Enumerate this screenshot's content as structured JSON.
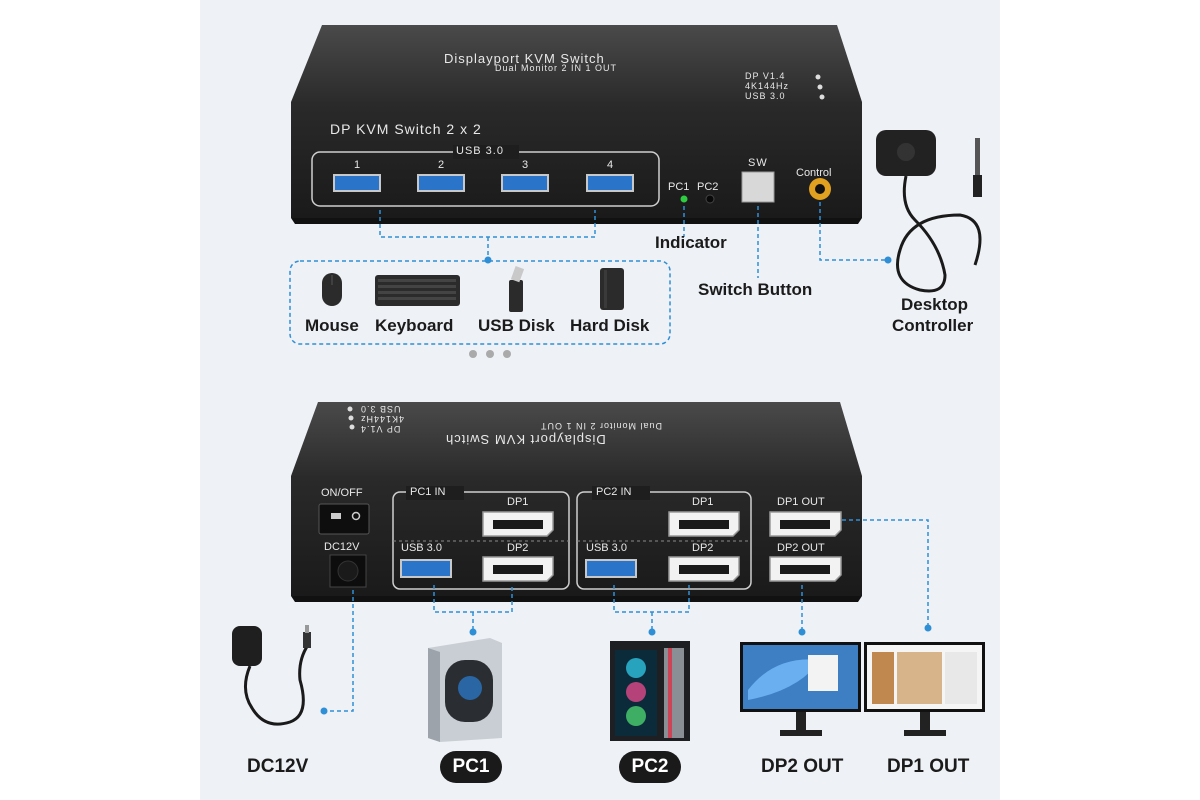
{
  "top_panel": {
    "brand": "Displayport KVM Switch",
    "subtitle": "Dual Monitor 2 IN 1 OUT",
    "specs": [
      "DP V1.4",
      "4K144Hz",
      "USB 3.0"
    ],
    "model": "DP KVM Switch 2 x 2",
    "usb_group": "USB 3.0",
    "ports": [
      "1",
      "2",
      "3",
      "4"
    ],
    "pc1": "PC1",
    "pc2": "PC2",
    "sw": "SW",
    "control": "Control"
  },
  "callouts": {
    "indicator": "Indicator",
    "switch_button": "Switch Button",
    "desktop_controller_1": "Desktop",
    "desktop_controller_2": "Controller"
  },
  "devices": [
    "Mouse",
    "Keyboard",
    "USB Disk",
    "Hard Disk"
  ],
  "rear_panel": {
    "brand": "Displayport KVM Switch",
    "subtitle": "Dual Monitor 2 IN 1 OUT",
    "specs": [
      "DP V1.4",
      "4K144Hz",
      "USB 3.0"
    ],
    "on_off": "ON/OFF",
    "dc12v": "DC12V",
    "pc1_in": "PC1 IN",
    "pc2_in": "PC2 IN",
    "dp1": "DP1",
    "dp2": "DP2",
    "usb30": "USB 3.0",
    "dp1_out": "DP1 OUT",
    "dp2_out": "DP2 OUT"
  },
  "bottom_labels": {
    "dc12v": "DC12V",
    "pc1": "PC1",
    "pc2": "PC2",
    "dp2_out": "DP2 OUT",
    "dp1_out": "DP1 OUT"
  },
  "colors": {
    "accent": "#2f8fd6",
    "device_body": "#262626",
    "usb_blue": "#2a74c9"
  }
}
